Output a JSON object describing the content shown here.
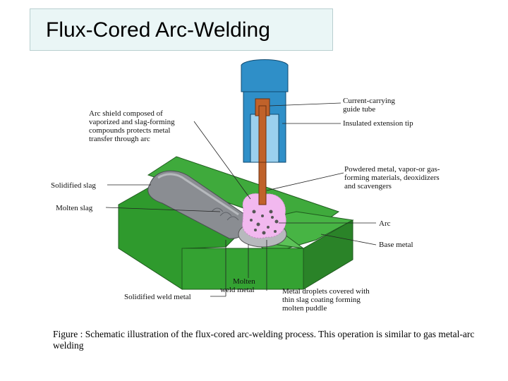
{
  "title": "Flux-Cored Arc-Welding",
  "labels": {
    "arc_shield": [
      "Arc shield composed of",
      "vaporized and slag-forming",
      "compounds protects metal",
      "transfer through arc"
    ],
    "current_tube": [
      "Current-carrying",
      "guide tube"
    ],
    "insulated_tip": [
      "Insulated extension tip"
    ],
    "powdered_metal": [
      "Powdered metal, vapor-or gas-",
      "forming materials, deoxidizers",
      "and scavengers"
    ],
    "solidified_slag": [
      "Solidified slag"
    ],
    "molten_slag": [
      "Molten slag"
    ],
    "arc": [
      "Arc"
    ],
    "base_metal": [
      "Base metal"
    ],
    "molten_weld_metal": [
      "Molten",
      "weld metal"
    ],
    "solidified_weld_metal": [
      "Solidified weld metal"
    ],
    "metal_droplets": [
      "Metal droplets covered with",
      "thin slag coating forming",
      "molten puddle"
    ]
  },
  "caption": "Figure : Schematic illustration of the flux-cored arc-welding process. This operation is similar to gas metal-arc welding",
  "colors": {
    "base_metal_top": "#3faa3c",
    "base_metal_side": "#2e8a2c",
    "weld_bead": "#8a8d92",
    "nozzle": "#2f8fc8",
    "electrode": "#c0622a",
    "arc_glow": "#f2b8ef"
  }
}
